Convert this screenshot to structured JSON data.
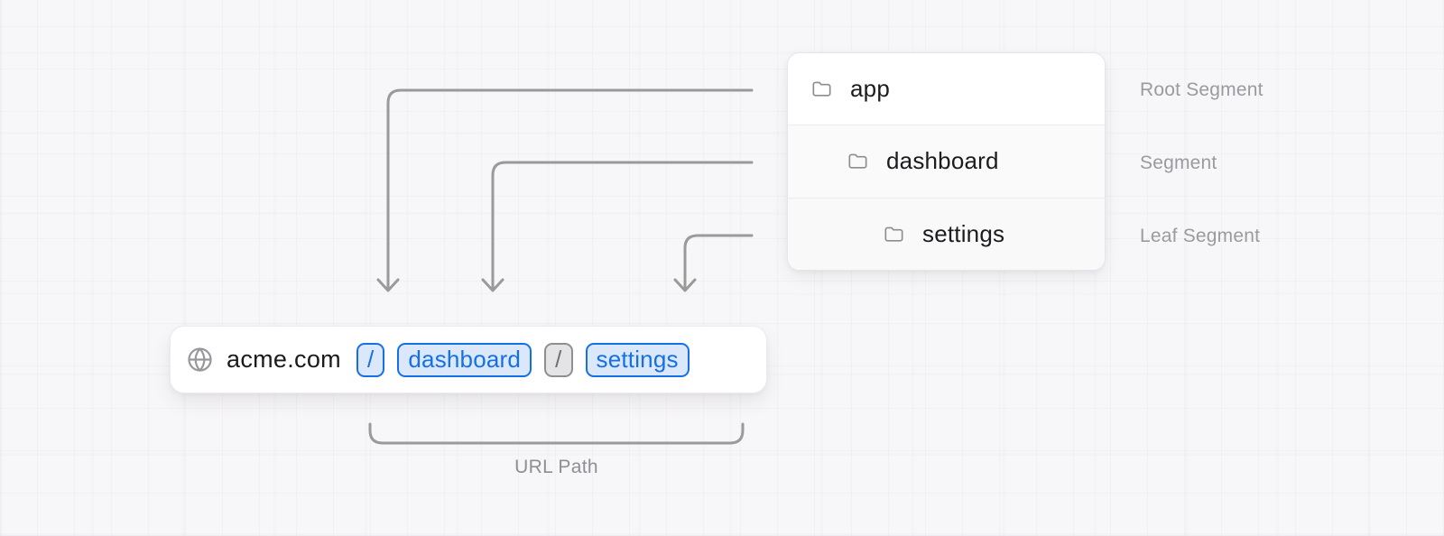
{
  "file_tree": {
    "rows": [
      {
        "name": "app",
        "annotation": "Root Segment",
        "icon": "folder-icon",
        "depth": 0
      },
      {
        "name": "dashboard",
        "annotation": "Segment",
        "icon": "folder-icon",
        "depth": 1
      },
      {
        "name": "settings",
        "annotation": "Leaf Segment",
        "icon": "folder-icon",
        "depth": 2
      }
    ]
  },
  "url_bar": {
    "icon": "globe-icon",
    "domain": "acme.com",
    "segments": [
      {
        "text": "/",
        "style": "highlight-blue"
      },
      {
        "text": "dashboard",
        "style": "highlight-blue"
      },
      {
        "text": "/",
        "style": "muted-gray"
      },
      {
        "text": "settings",
        "style": "highlight-blue"
      }
    ]
  },
  "bracket": {
    "label": "URL Path"
  },
  "colors": {
    "accent_blue": "#1470e8",
    "accent_blue_bg": "#dbe8fc",
    "muted_gray_border": "#8f8f92",
    "muted_gray_bg": "#e4e3e5",
    "connector_gray": "#9a9a9a",
    "annotation_gray": "#9b9a9e",
    "text_dark": "#1c1c1e",
    "canvas_bg": "#f7f6f8"
  }
}
